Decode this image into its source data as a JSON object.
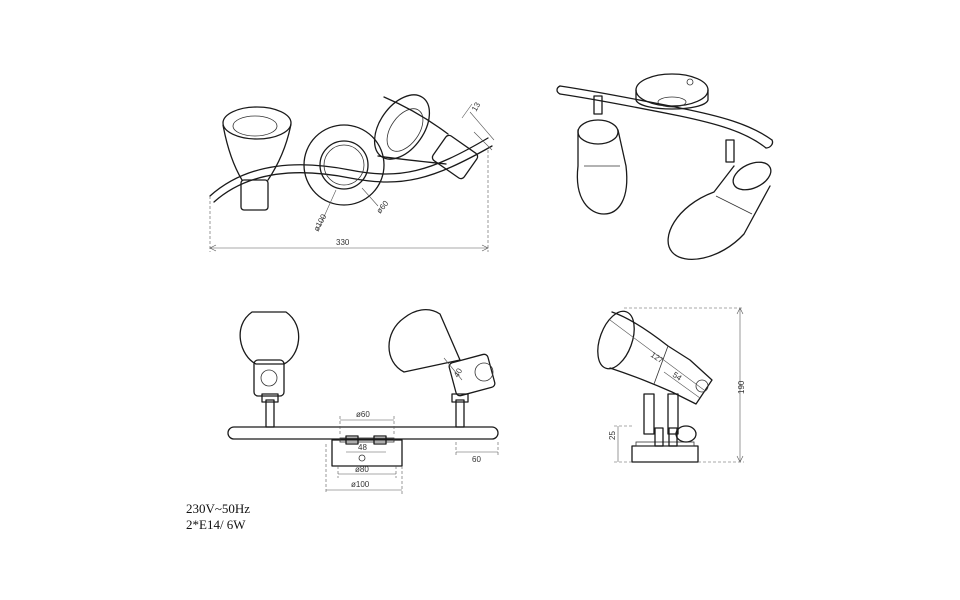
{
  "dimensions": {
    "top_view": {
      "width": "330",
      "base_outer": "ø100",
      "base_inner": "ø60",
      "arm": "13"
    },
    "front_view": {
      "plate_top": "ø60",
      "slot": "48",
      "plate_mid": "ø80",
      "plate_outer": "ø100",
      "shade_neck": "40",
      "end_cap": "60"
    },
    "side_view": {
      "height": "190",
      "shade_length": "127",
      "holder_length": "54",
      "base_height": "25"
    }
  },
  "specs": {
    "voltage": "230V~50Hz",
    "bulbs": "2*E14/ 6W"
  }
}
